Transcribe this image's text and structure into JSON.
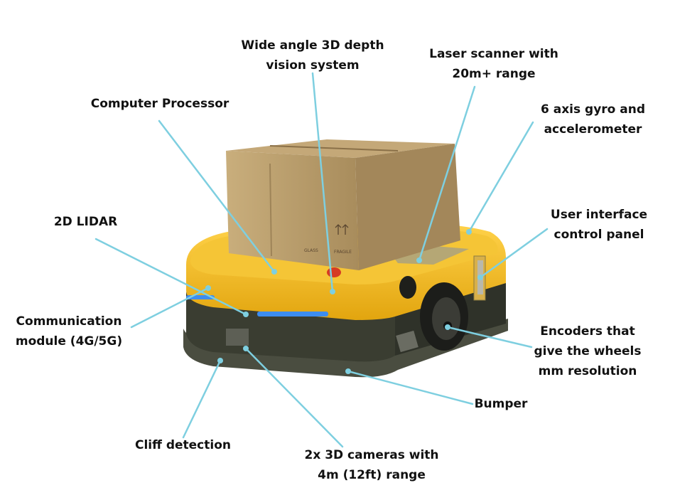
{
  "colors": {
    "leader_line": "#7ecfe0",
    "robot_body": "#f2b61c",
    "robot_base": "#3a3d31",
    "box": "#b59a6a",
    "led": "#3d8df0"
  },
  "labels": {
    "depth_vision": [
      "Wide angle 3D depth",
      "vision system"
    ],
    "laser_scanner": [
      "Laser scanner with",
      "20m+ range"
    ],
    "computer_processor": [
      "Computer Processor"
    ],
    "gyro": [
      "6 axis gyro and",
      "accelerometer"
    ],
    "lidar": [
      "2D LIDAR"
    ],
    "ui_panel": [
      "User interface",
      "control panel"
    ],
    "comm_module": [
      "Communication",
      "module (4G/5G)"
    ],
    "encoders": [
      "Encoders that",
      "give the wheels",
      "mm resolution"
    ],
    "bumper": [
      "Bumper"
    ],
    "cliff": [
      "Cliff detection"
    ],
    "cameras": [
      "2x 3D cameras with",
      "4m (12ft) range"
    ]
  },
  "box_markings": [
    "GLASS",
    "FRAGILE"
  ]
}
